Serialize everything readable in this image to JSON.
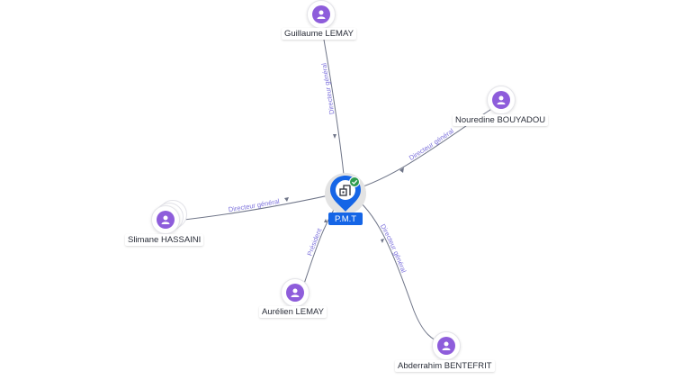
{
  "graph": {
    "company": {
      "name": "P.M.T",
      "verified": true,
      "icon": "building-icon",
      "accent": "#1565e6"
    },
    "people": [
      {
        "id": "guillaume",
        "name": "Guillaume LEMAY",
        "role": "Directeur général"
      },
      {
        "id": "nouredine",
        "name": "Nouredine BOUYADOU",
        "role": "Directeur général"
      },
      {
        "id": "slimane",
        "name": "Slimane HASSAINI",
        "role": "Directeur général"
      },
      {
        "id": "aurelien",
        "name": "Aurélien LEMAY",
        "role": "Président"
      },
      {
        "id": "abderrahim",
        "name": "Abderrahim BENTEFRIT",
        "role": "Directeur général"
      }
    ],
    "colors": {
      "person": "#8e5ddb",
      "edge_label": "#7d72dc",
      "verified": "#2e9b4f"
    }
  }
}
